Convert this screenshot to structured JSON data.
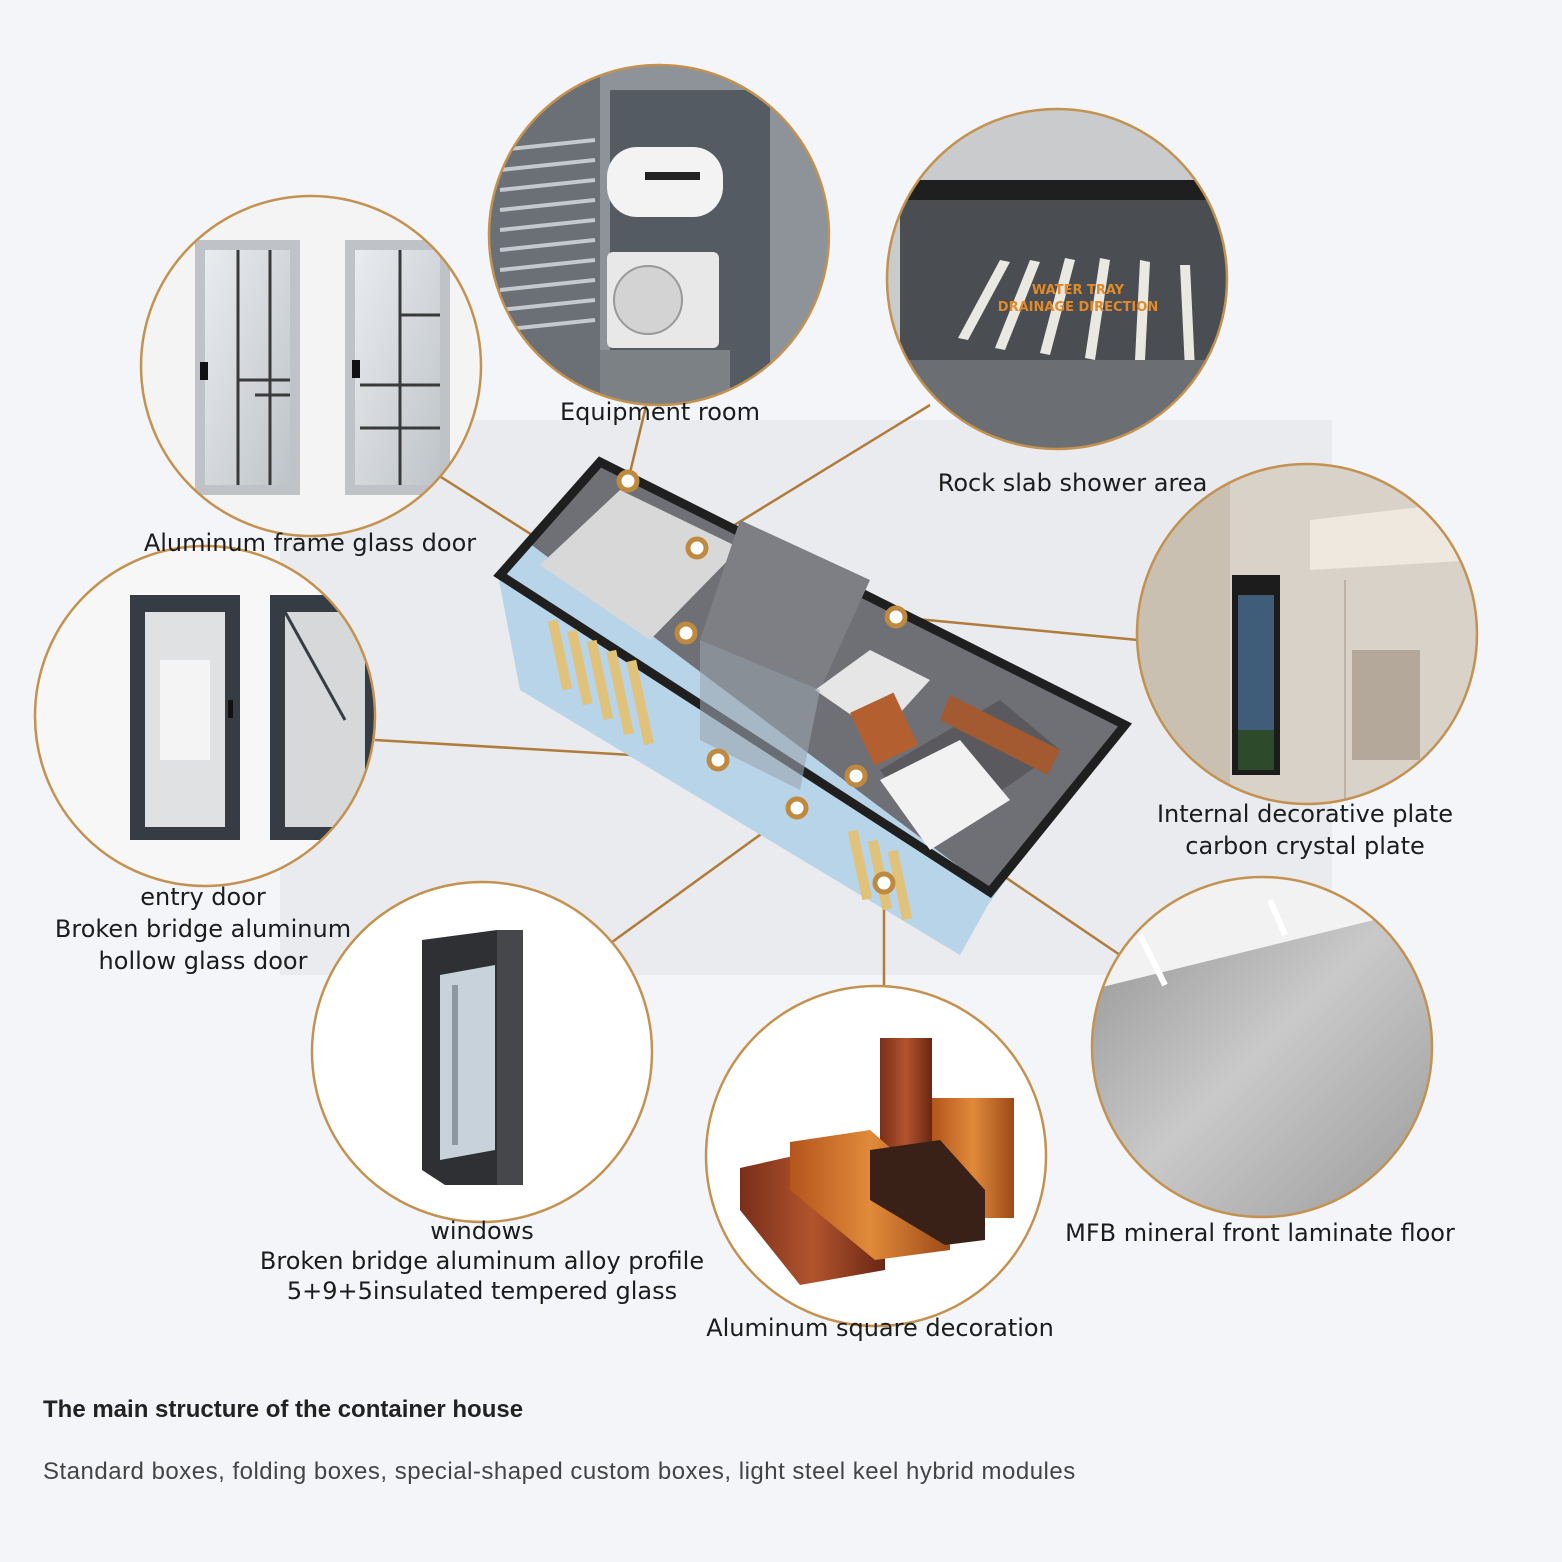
{
  "colors": {
    "accent": "#c08a3e",
    "leader": "#b07c3a",
    "circle_border": "#c39250",
    "background": "#f4f5f8"
  },
  "callouts": [
    {
      "id": "equipment-room",
      "lines": [
        "Equipment room"
      ]
    },
    {
      "id": "rock-slab-shower",
      "lines": [
        "Rock slab shower area"
      ],
      "photo_text": [
        "WATER TRAY",
        "DRAINAGE DIRECTION"
      ]
    },
    {
      "id": "aluminum-glass-door",
      "lines": [
        "Aluminum frame glass door"
      ]
    },
    {
      "id": "internal-plate",
      "lines": [
        "Internal decorative plate",
        "carbon crystal plate"
      ]
    },
    {
      "id": "entry-door",
      "lines": [
        "entry door",
        "Broken bridge aluminum",
        "hollow glass door"
      ]
    },
    {
      "id": "windows",
      "lines": [
        "windows",
        "Broken bridge aluminum alloy profile",
        "5+9+5insulated tempered glass"
      ]
    },
    {
      "id": "aluminum-square",
      "lines": [
        "Aluminum square decoration"
      ]
    },
    {
      "id": "mfb-floor",
      "lines": [
        "MFB mineral front laminate floor"
      ]
    }
  ],
  "footer": {
    "title": "The main structure of the container house",
    "description": "Standard boxes, folding boxes, special-shaped custom boxes, light steel keel hybrid modules"
  }
}
